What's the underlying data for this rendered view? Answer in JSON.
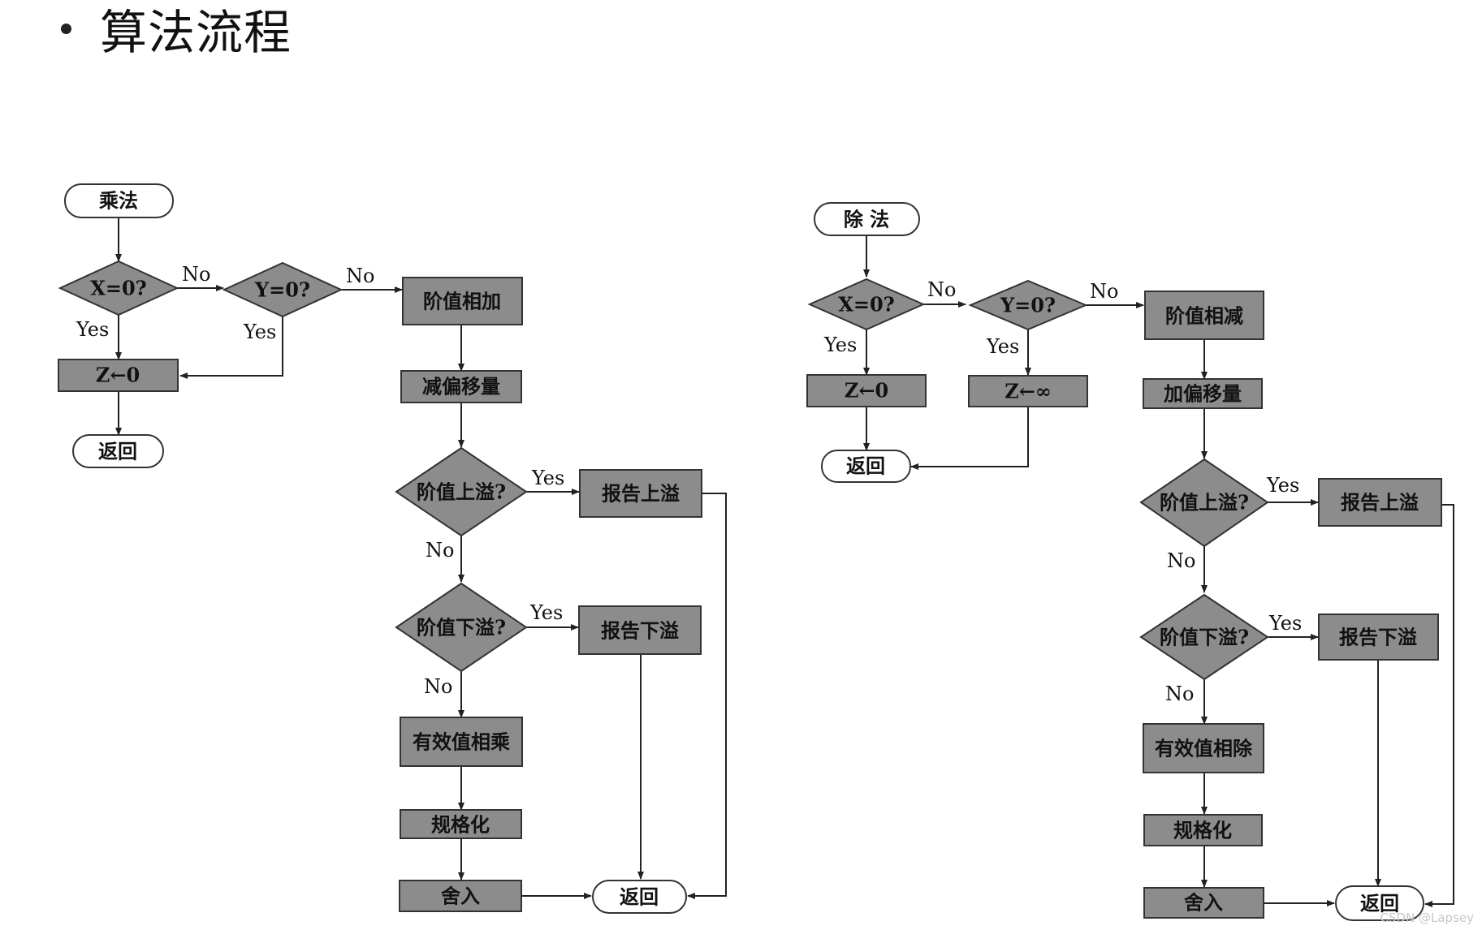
{
  "title": "算法流程",
  "watermark": "CSDN @Lapsey",
  "diagrams": [
    {
      "id": "mul",
      "nodes": [
        {
          "id": "start",
          "label": "乘法"
        },
        {
          "id": "xz",
          "label": "X=0?"
        },
        {
          "id": "yz",
          "label": "Y=0?"
        },
        {
          "id": "exp",
          "label": "阶值相加"
        },
        {
          "id": "zero",
          "label": "Z←0"
        },
        {
          "id": "ret1",
          "label": "返回"
        },
        {
          "id": "bias",
          "label": "减偏移量"
        },
        {
          "id": "ovf",
          "label": "阶值上溢?"
        },
        {
          "id": "rovf",
          "label": "报告上溢"
        },
        {
          "id": "unf",
          "label": "阶值下溢?"
        },
        {
          "id": "runf",
          "label": "报告下溢"
        },
        {
          "id": "op",
          "label": "有效值相乘"
        },
        {
          "id": "norm",
          "label": "规格化"
        },
        {
          "id": "round",
          "label": "舍入"
        },
        {
          "id": "ret2",
          "label": "返回"
        }
      ],
      "edges": [
        {
          "from": "start",
          "to": "xz",
          "label": ""
        },
        {
          "from": "xz",
          "to": "yz",
          "label": "No"
        },
        {
          "from": "yz",
          "to": "exp",
          "label": "No"
        },
        {
          "from": "xz",
          "to": "zero",
          "label": "Yes"
        },
        {
          "from": "yz",
          "to": "zero",
          "label": "Yes"
        },
        {
          "from": "zero",
          "to": "ret1",
          "label": ""
        },
        {
          "from": "exp",
          "to": "bias",
          "label": ""
        },
        {
          "from": "bias",
          "to": "ovf",
          "label": ""
        },
        {
          "from": "ovf",
          "to": "rovf",
          "label": "Yes"
        },
        {
          "from": "ovf",
          "to": "unf",
          "label": "No"
        },
        {
          "from": "unf",
          "to": "runf",
          "label": "Yes"
        },
        {
          "from": "unf",
          "to": "op",
          "label": "No"
        },
        {
          "from": "op",
          "to": "norm",
          "label": ""
        },
        {
          "from": "norm",
          "to": "round",
          "label": ""
        },
        {
          "from": "round",
          "to": "ret2",
          "label": ""
        },
        {
          "from": "runf",
          "to": "ret2",
          "label": ""
        },
        {
          "from": "rovf",
          "to": "ret2",
          "label": ""
        }
      ]
    },
    {
      "id": "div",
      "nodes": [
        {
          "id": "start",
          "label": "除 法"
        },
        {
          "id": "xz",
          "label": "X=0?"
        },
        {
          "id": "yz",
          "label": "Y=0?"
        },
        {
          "id": "exp",
          "label": "阶值相减"
        },
        {
          "id": "zero",
          "label": "Z←0"
        },
        {
          "id": "inf",
          "label": "Z←∞"
        },
        {
          "id": "ret1",
          "label": "返回"
        },
        {
          "id": "bias",
          "label": "加偏移量"
        },
        {
          "id": "ovf",
          "label": "阶值上溢?"
        },
        {
          "id": "rovf",
          "label": "报告上溢"
        },
        {
          "id": "unf",
          "label": "阶值下溢?"
        },
        {
          "id": "runf",
          "label": "报告下溢"
        },
        {
          "id": "op",
          "label": "有效值相除"
        },
        {
          "id": "norm",
          "label": "规格化"
        },
        {
          "id": "round",
          "label": "舍入"
        },
        {
          "id": "ret2",
          "label": "返回"
        }
      ],
      "edges": [
        {
          "from": "start",
          "to": "xz",
          "label": ""
        },
        {
          "from": "xz",
          "to": "yz",
          "label": "No"
        },
        {
          "from": "yz",
          "to": "exp",
          "label": "No"
        },
        {
          "from": "xz",
          "to": "zero",
          "label": "Yes"
        },
        {
          "from": "yz",
          "to": "inf",
          "label": "Yes"
        },
        {
          "from": "zero",
          "to": "ret1",
          "label": ""
        },
        {
          "from": "inf",
          "to": "ret1",
          "label": ""
        },
        {
          "from": "exp",
          "to": "bias",
          "label": ""
        },
        {
          "from": "bias",
          "to": "ovf",
          "label": ""
        },
        {
          "from": "ovf",
          "to": "rovf",
          "label": "Yes"
        },
        {
          "from": "ovf",
          "to": "unf",
          "label": "No"
        },
        {
          "from": "unf",
          "to": "runf",
          "label": "Yes"
        },
        {
          "from": "unf",
          "to": "op",
          "label": "No"
        },
        {
          "from": "op",
          "to": "norm",
          "label": ""
        },
        {
          "from": "norm",
          "to": "round",
          "label": ""
        },
        {
          "from": "round",
          "to": "ret2",
          "label": ""
        },
        {
          "from": "runf",
          "to": "ret2",
          "label": ""
        },
        {
          "from": "rovf",
          "to": "ret2",
          "label": ""
        }
      ]
    }
  ]
}
